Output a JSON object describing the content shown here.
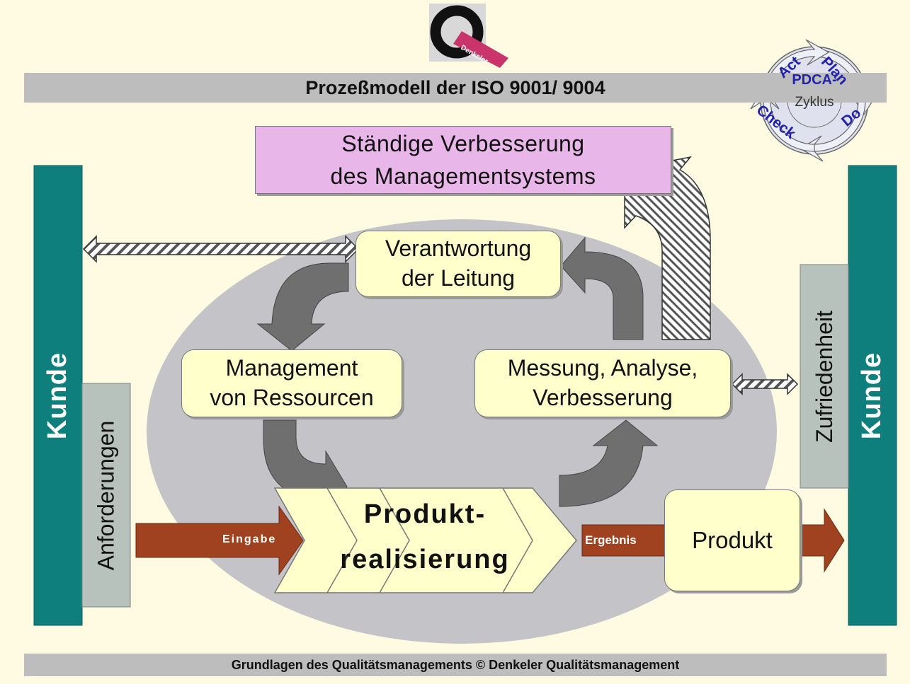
{
  "logo": {
    "text": "Denkeler"
  },
  "header": {
    "title": "Prozeßmodell der ISO 9001/ 9004"
  },
  "pdca": {
    "center_top": "PDCA-",
    "center_bottom": "Zyklus",
    "plan": "Plan",
    "do": "Do",
    "check": "Check",
    "act": "Act"
  },
  "improvement": {
    "line1": "Ständige Verbesserung",
    "line2": "des Managementsystems"
  },
  "left": {
    "customer": "Kunde",
    "requirements": "Anforderungen"
  },
  "right": {
    "customer": "Kunde",
    "satisfaction": "Zufriedenheit"
  },
  "processes": {
    "responsibility": {
      "line1": "Verantwortung",
      "line2": "der Leitung"
    },
    "resources": {
      "line1": "Management",
      "line2": "von Ressourcen"
    },
    "measurement": {
      "line1": "Messung, Analyse,",
      "line2": "Verbesserung"
    },
    "realization": {
      "line1": "Produkt-",
      "line2": "realisierung"
    }
  },
  "flow": {
    "input": "Eingabe",
    "output": "Ergebnis",
    "product": "Produkt"
  },
  "footer": {
    "text": "Grundlagen des Qualitätsmanagements © Denkeler Qualitätsmanagement"
  },
  "colors": {
    "background": "#fffbe3",
    "band": "#bdbdbd",
    "teal": "#0f7f7d",
    "box_fill": "#ffffcc",
    "improvement_box": "#e9b6e9",
    "ellipse": "#c4c4c8",
    "arrow_gray": "#6f6f6f",
    "flow_arrow": "#a0421f",
    "pdca_text": "#2222aa"
  }
}
